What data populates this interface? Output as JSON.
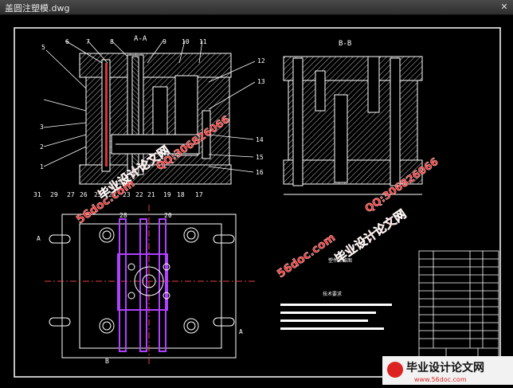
{
  "window": {
    "title": "盖圆注塑模.dwg"
  },
  "sections": {
    "aa": "A-A",
    "bb": "B-B"
  },
  "part_numbers_left": [
    "5",
    "3",
    "2",
    "1"
  ],
  "part_numbers_top": [
    "6",
    "7",
    "8",
    "9",
    "10",
    "11"
  ],
  "part_numbers_right": [
    "12",
    "13",
    "14",
    "15",
    "16"
  ],
  "part_numbers_bottom": [
    "31",
    "29",
    "27",
    "26",
    "25",
    "24",
    "23",
    "22",
    "21",
    "19",
    "18",
    "17"
  ],
  "plan_labels": {
    "n28": "28",
    "n20": "20",
    "a_left": "A",
    "a_right": "A",
    "b_bottom": "B"
  },
  "notes": {
    "part_view": "塑件三维图",
    "tech_req": "技术要求"
  },
  "watermarks": {
    "site1": "56doc.com",
    "site2": "56doc.com",
    "qq1": "QQ:306826066",
    "qq2": "QQ:306826066",
    "brand1": "毕业设计论文网",
    "brand2": "毕业设计论文网",
    "footer": "毕业设计论文网",
    "footer_url": "www.56doc.com"
  }
}
